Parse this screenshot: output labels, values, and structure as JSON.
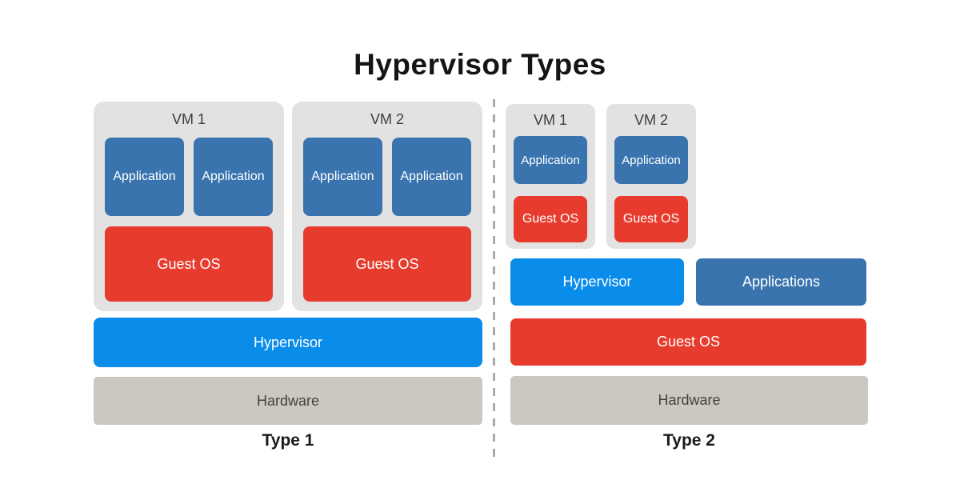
{
  "title": "Hypervisor Types",
  "colors": {
    "application_blue": "#3A74AF",
    "hypervisor_blue": "#0A8CEB",
    "guest_os_red": "#E73C2D",
    "hardware_gray": "#CBC8C1",
    "vm_container_gray": "#E2E2E2",
    "divider_gray": "#ABABAB"
  },
  "type1": {
    "label": "Type 1",
    "vms": [
      {
        "name": "VM 1",
        "applications": [
          "Application",
          "Application"
        ],
        "guest_os": "Guest OS"
      },
      {
        "name": "VM 2",
        "applications": [
          "Application",
          "Application"
        ],
        "guest_os": "Guest OS"
      }
    ],
    "hypervisor": "Hypervisor",
    "hardware": "Hardware"
  },
  "type2": {
    "label": "Type 2",
    "vms": [
      {
        "name": "VM 1",
        "applications": [
          "Application"
        ],
        "guest_os": "Guest OS"
      },
      {
        "name": "VM 2",
        "applications": [
          "Application"
        ],
        "guest_os": "Guest OS"
      }
    ],
    "hypervisor": "Hypervisor",
    "applications": "Applications",
    "guest_os": "Guest OS",
    "hardware": "Hardware"
  }
}
